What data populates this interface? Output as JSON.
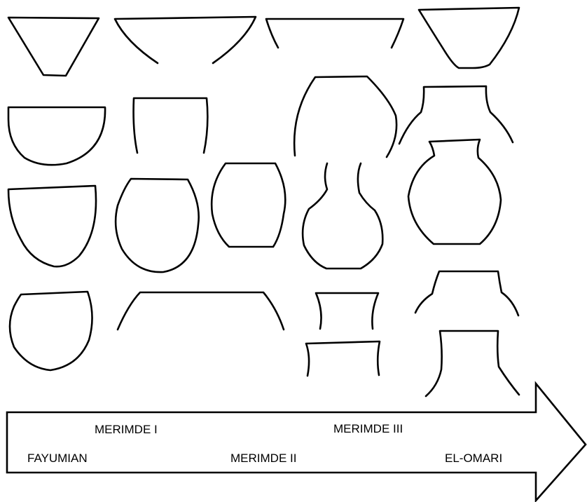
{
  "diagram": {
    "arrow_labels": {
      "fayumian": "FAYUMIAN",
      "merimde_i": "MERIMDE I",
      "merimde_ii": "MERIMDE II",
      "merimde_iii": "MERIMDE III",
      "el_omari": "EL-OMARI"
    },
    "colors": {
      "stroke": "#000000",
      "background": "#ffffff"
    }
  }
}
